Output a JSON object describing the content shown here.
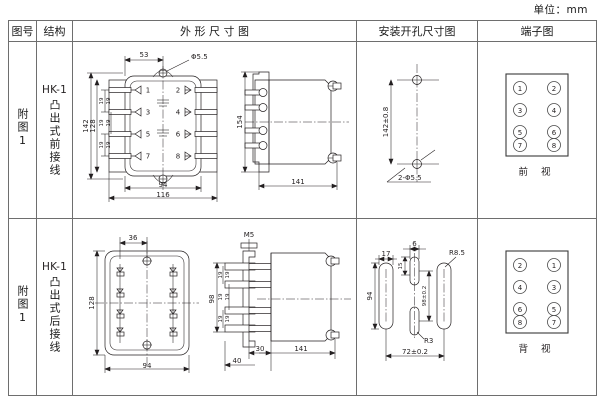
{
  "unit_note": "单位：mm",
  "table": {
    "headers": [
      {
        "key": "fig_no",
        "label": "图号"
      },
      {
        "key": "structure",
        "label": "结构"
      },
      {
        "key": "outline",
        "label": "外 形 尺 寸 图"
      },
      {
        "key": "mounting",
        "label": "安装开孔尺寸图"
      },
      {
        "key": "terminal",
        "label": "端子图"
      }
    ],
    "rows": [
      {
        "fig_no": "附图1",
        "model": "HK-1",
        "structure": "凸出式前接线",
        "outline_dims": {
          "top": "53",
          "hole": "Φ5.5",
          "left_outer": "142",
          "left_inner": "128",
          "pitch": [
            "19",
            "19",
            "19",
            "19",
            "19",
            "19"
          ],
          "bottom_inner": "94",
          "bottom_outer": "116",
          "side_height": "154",
          "side_width": "141"
        },
        "terminal_numbers": [
          "1",
          "2",
          "3",
          "4",
          "5",
          "6",
          "7",
          "8"
        ],
        "mounting_dims": {
          "vertical": "142±0.8",
          "holes": "2-Φ5.5"
        },
        "terminal_view_label": "前 视",
        "terminal_left": [
          "1",
          "3",
          "5",
          "7"
        ],
        "terminal_right": [
          "2",
          "4",
          "6",
          "8"
        ]
      },
      {
        "fig_no": "附图1",
        "model": "HK-1",
        "structure": "凸出式后接线",
        "outline_dims": {
          "top": "36",
          "left": "128",
          "bottom": "94",
          "screw": "M5",
          "side_height": "98",
          "pitch": [
            "19",
            "19",
            "19",
            "19",
            "19",
            "19"
          ],
          "depth_a": "30",
          "depth_b": "40",
          "side_width": "141"
        },
        "mounting_dims": {
          "slot_width": "17",
          "slot_gap": "6",
          "small": "15",
          "height_left": "94",
          "height_center": "98±0.2",
          "radius_big": "R8.5",
          "radius_small": "R3",
          "span": "72±0.2"
        },
        "terminal_view_label": "背 视",
        "terminal_left": [
          "2",
          "4",
          "6",
          "8"
        ],
        "terminal_right": [
          "1",
          "3",
          "5",
          "7"
        ]
      }
    ]
  },
  "colors": {
    "border": "#6e6e6e",
    "ink": "#231f20",
    "paper": "#ffffff"
  }
}
